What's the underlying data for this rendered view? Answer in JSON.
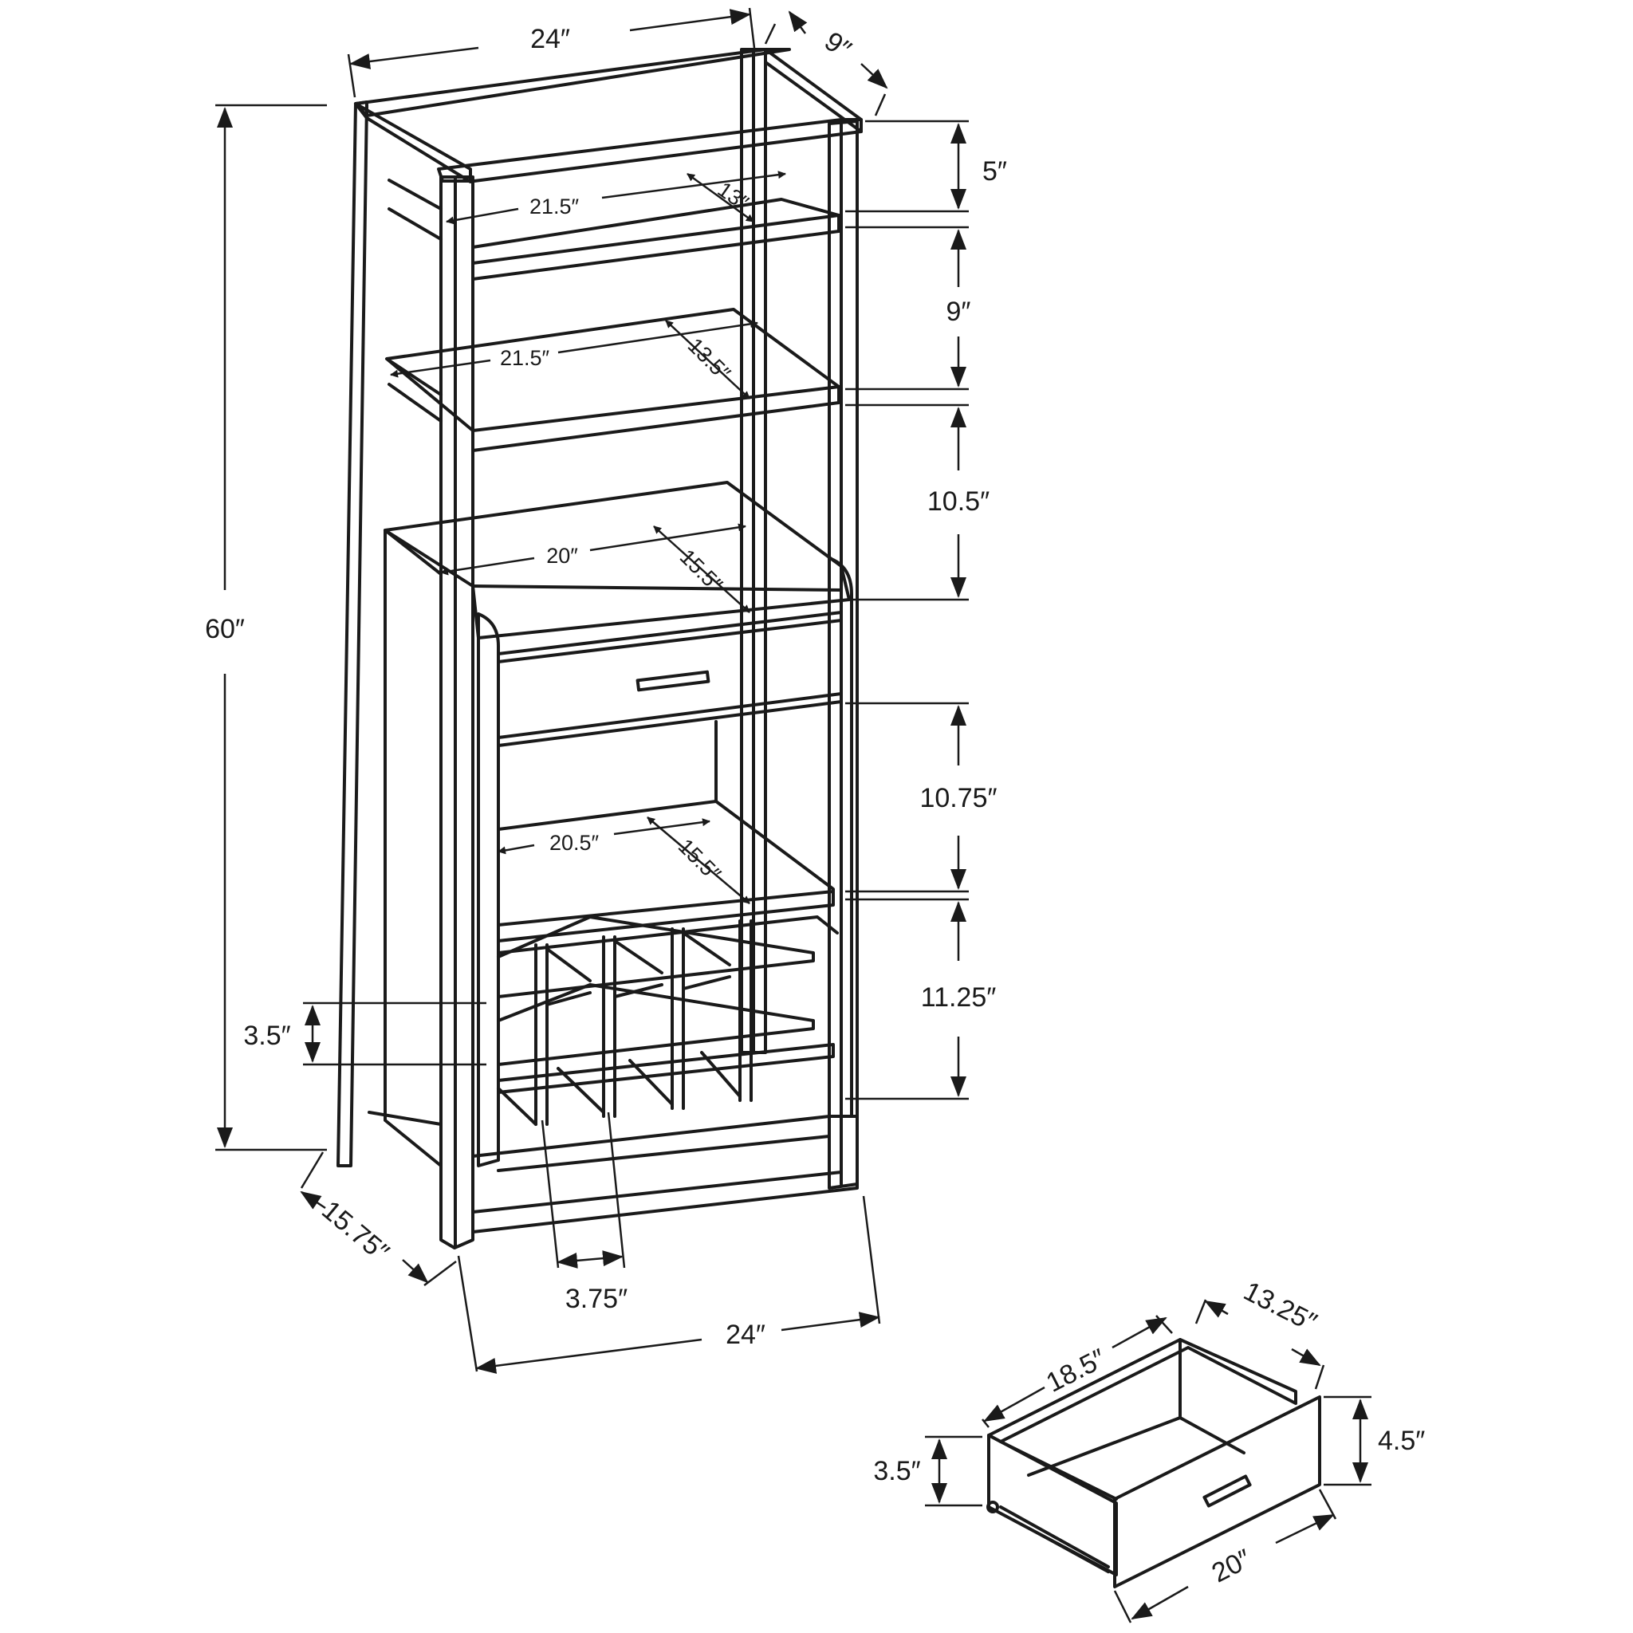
{
  "diagram": {
    "cabinet": {
      "width_top": "24″",
      "depth_top": "9″",
      "height_total": "60″",
      "gap_top": "5″",
      "gap_shelf1": "9″",
      "gap_shelf2": "10.5″",
      "gap_drawer": "10.75″",
      "gap_wine": "11.25″",
      "shelf1_width": "21.5″",
      "shelf1_depth": "13″",
      "shelf2_width": "21.5″",
      "shelf2_depth": "13.5″",
      "top_width": "20″",
      "top_depth": "15.5″",
      "shelf3_width": "20.5″",
      "shelf3_depth": "15.5″",
      "wine_row_height": "3.5″",
      "base_depth": "15.75″",
      "wine_slot_width": "3.75″",
      "width_bottom": "24″"
    },
    "drawer": {
      "depth": "18.5″",
      "inner_depth": "13.25″",
      "height_outer": "4.5″",
      "height_inner": "3.5″",
      "width": "20″"
    }
  }
}
